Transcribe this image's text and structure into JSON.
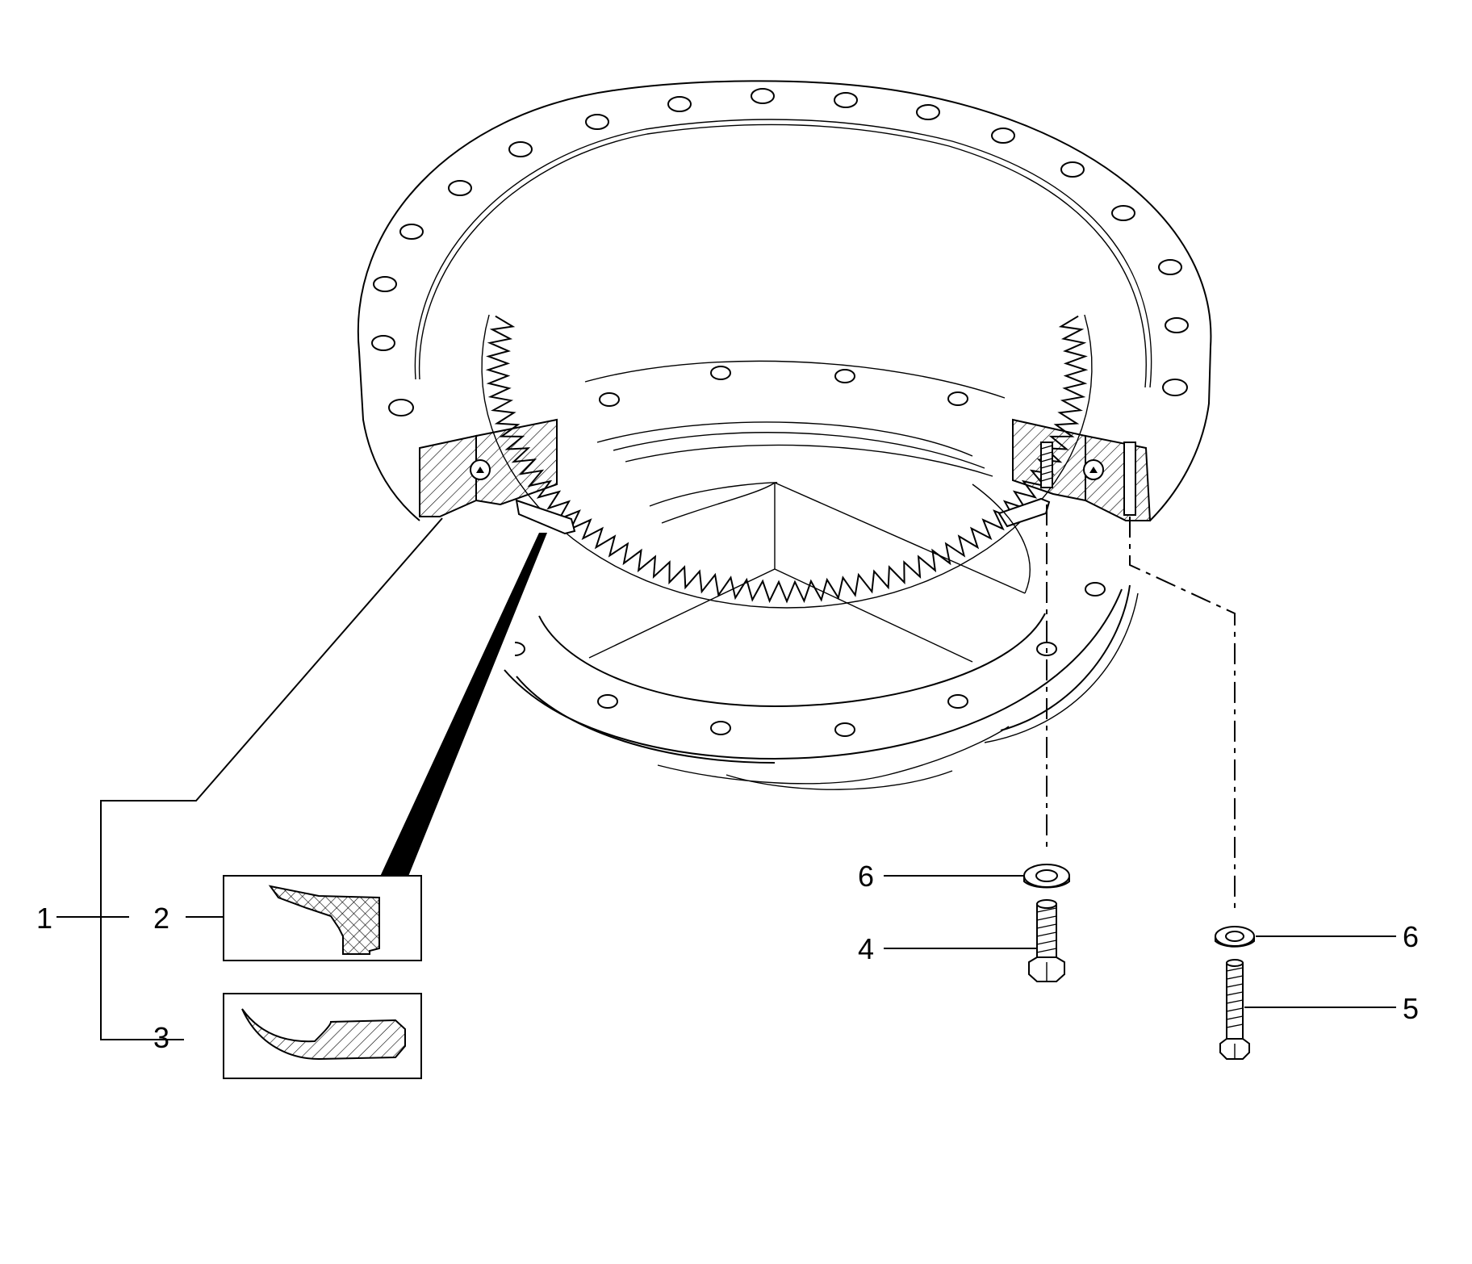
{
  "diagram": {
    "callouts": [
      {
        "id": "1",
        "label": "1"
      },
      {
        "id": "2",
        "label": "2"
      },
      {
        "id": "3",
        "label": "3"
      },
      {
        "id": "4",
        "label": "4"
      },
      {
        "id": "5",
        "label": "5"
      },
      {
        "id": "6a",
        "label": "6"
      },
      {
        "id": "6b",
        "label": "6"
      }
    ]
  }
}
